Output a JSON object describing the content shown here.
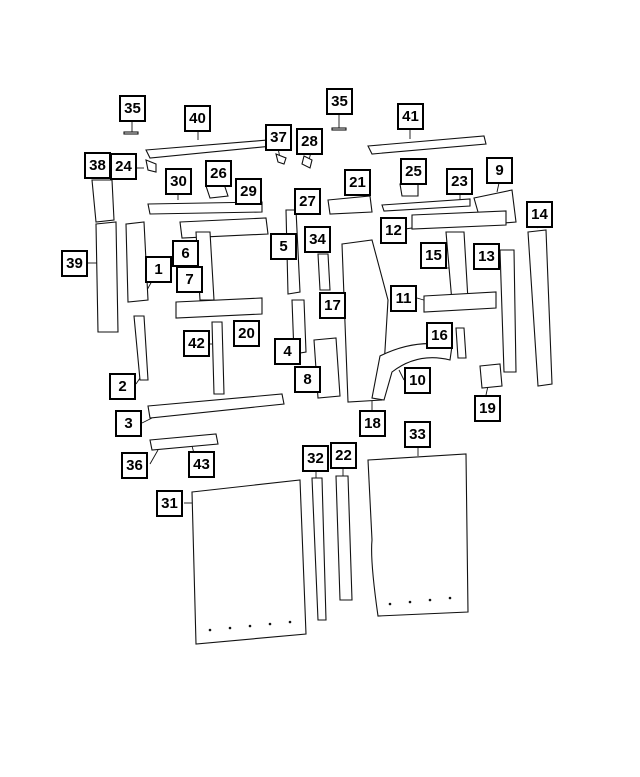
{
  "diagram": {
    "callouts": [
      "35",
      "40",
      "35",
      "41",
      "37",
      "28",
      "38",
      "24",
      "26",
      "25",
      "9",
      "30",
      "29",
      "21",
      "23",
      "27",
      "14",
      "6",
      "5",
      "34",
      "12",
      "39",
      "1",
      "7",
      "15",
      "13",
      "17",
      "11",
      "42",
      "20",
      "16",
      "4",
      "8",
      "10",
      "2",
      "19",
      "3",
      "18",
      "33",
      "36",
      "43",
      "32",
      "22",
      "31"
    ]
  }
}
